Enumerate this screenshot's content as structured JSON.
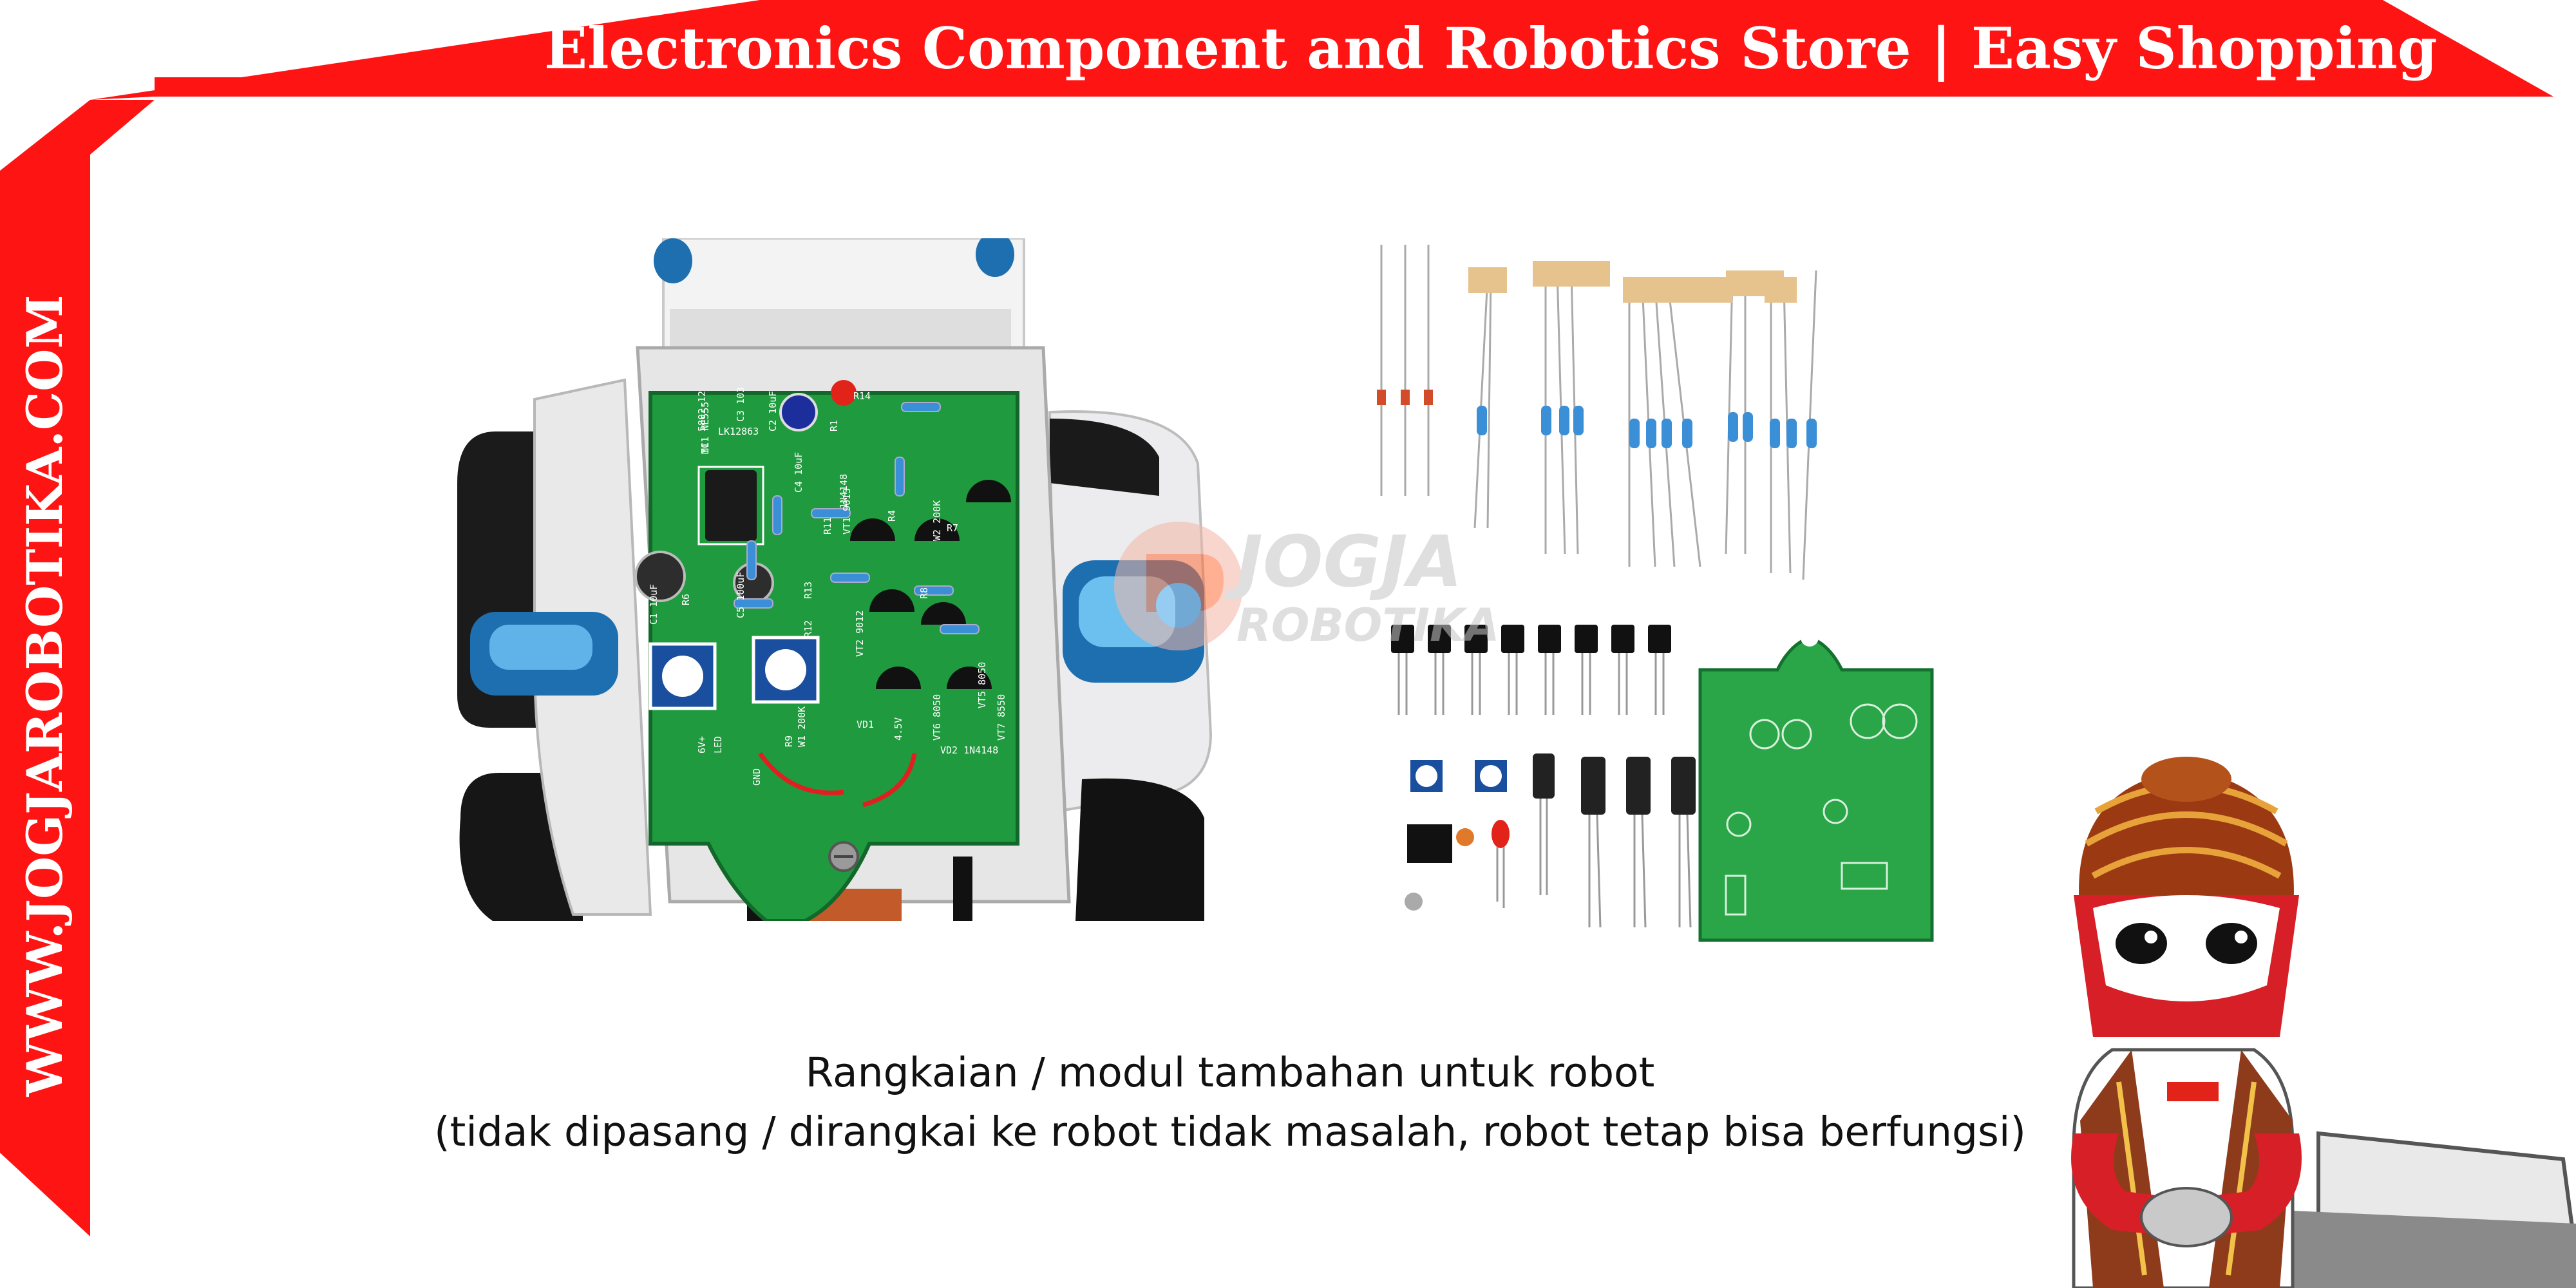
{
  "banner": {
    "top_title": "Electronics Component and Robotics Store | Easy Shopping",
    "side_url": "WWW.JOGJAROBOTIKA.COM",
    "color": "#ff1414"
  },
  "watermark": {
    "line1": "JOGJA",
    "line2": "ROBOTIKA"
  },
  "board": {
    "labels": [
      "IC1 NE555",
      "LK12863",
      "5802-12",
      "C3 103",
      "C2 10uF",
      "C1 10uF",
      "C5 100uF",
      "C4 10uF",
      "R6",
      "R13",
      "R12",
      "R11",
      "R4",
      "R7",
      "R8",
      "R9",
      "R14",
      "R1",
      "LED",
      "W1 200K",
      "W2 200K",
      "VT1 9013",
      "VT2 9012",
      "VT5 8050",
      "VT6 8050",
      "VT7 8550",
      "VD1",
      "VD2 1N4148",
      "1N4148",
      "GND",
      "6V+",
      "4.5V",
      "M1"
    ]
  },
  "caption": {
    "line1": "Rangkaian / modul tambahan untuk robot",
    "line2": "(tidak dipasang / dirangkai ke robot tidak masalah, robot tetap bisa berfungsi)"
  },
  "icons": {
    "watermark_logo": "jogjarobotika-logo-icon",
    "mascot": "mascot-robot-icon"
  },
  "colors": {
    "brand_red": "#ff1414",
    "pcb_green": "#1f9a3e",
    "text": "#111111"
  }
}
